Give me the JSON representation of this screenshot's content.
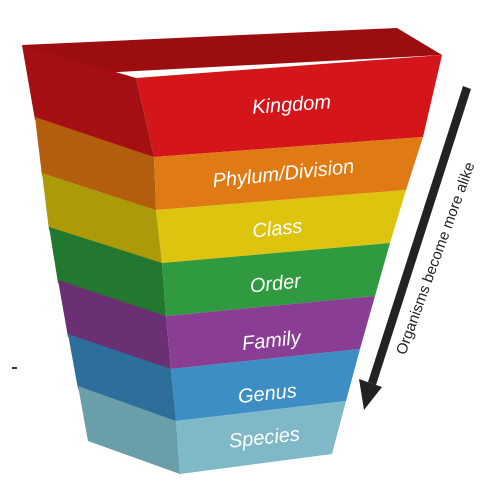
{
  "levels": [
    {
      "label": "Kingdom",
      "color": "#d4161b"
    },
    {
      "label": "Phylum/Division",
      "color": "#e07a14"
    },
    {
      "label": "Class",
      "color": "#dcc40f"
    },
    {
      "label": "Order",
      "color": "#2f9a3f"
    },
    {
      "label": "Family",
      "color": "#8a3e93"
    },
    {
      "label": "Genus",
      "color": "#3c8ec4"
    },
    {
      "label": "Species",
      "color": "#7fb9c8"
    }
  ],
  "arrow": {
    "label": "Organisms become more alike",
    "color": "#222222"
  }
}
